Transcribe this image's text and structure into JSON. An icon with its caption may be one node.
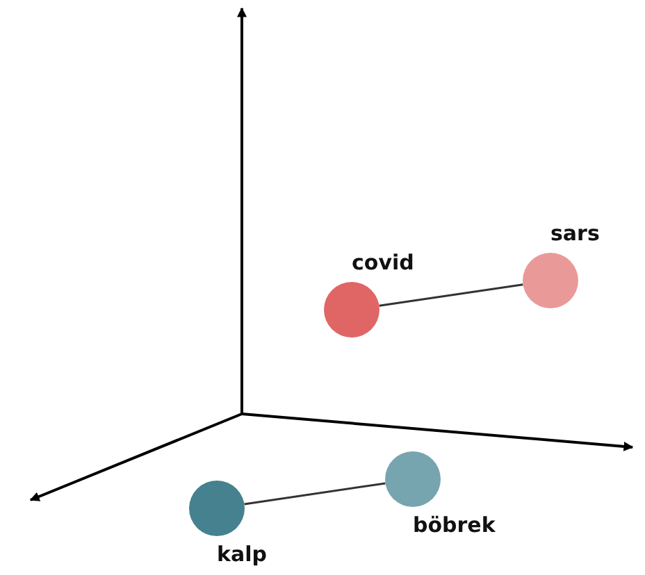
{
  "diagram": {
    "nodes": [
      {
        "text": [
          "covid"
        ]
      },
      {
        "text": [
          "sars"
        ]
      },
      {
        "text": [
          "kalp"
        ]
      },
      {
        "text": [
          "böbrek"
        ]
      }
    ],
    "edges": [
      {
        "from": 0,
        "to": 1,
        "arrow": "none"
      },
      {
        "from": 2,
        "to": 3,
        "arrow": "none"
      }
    ]
  }
}
